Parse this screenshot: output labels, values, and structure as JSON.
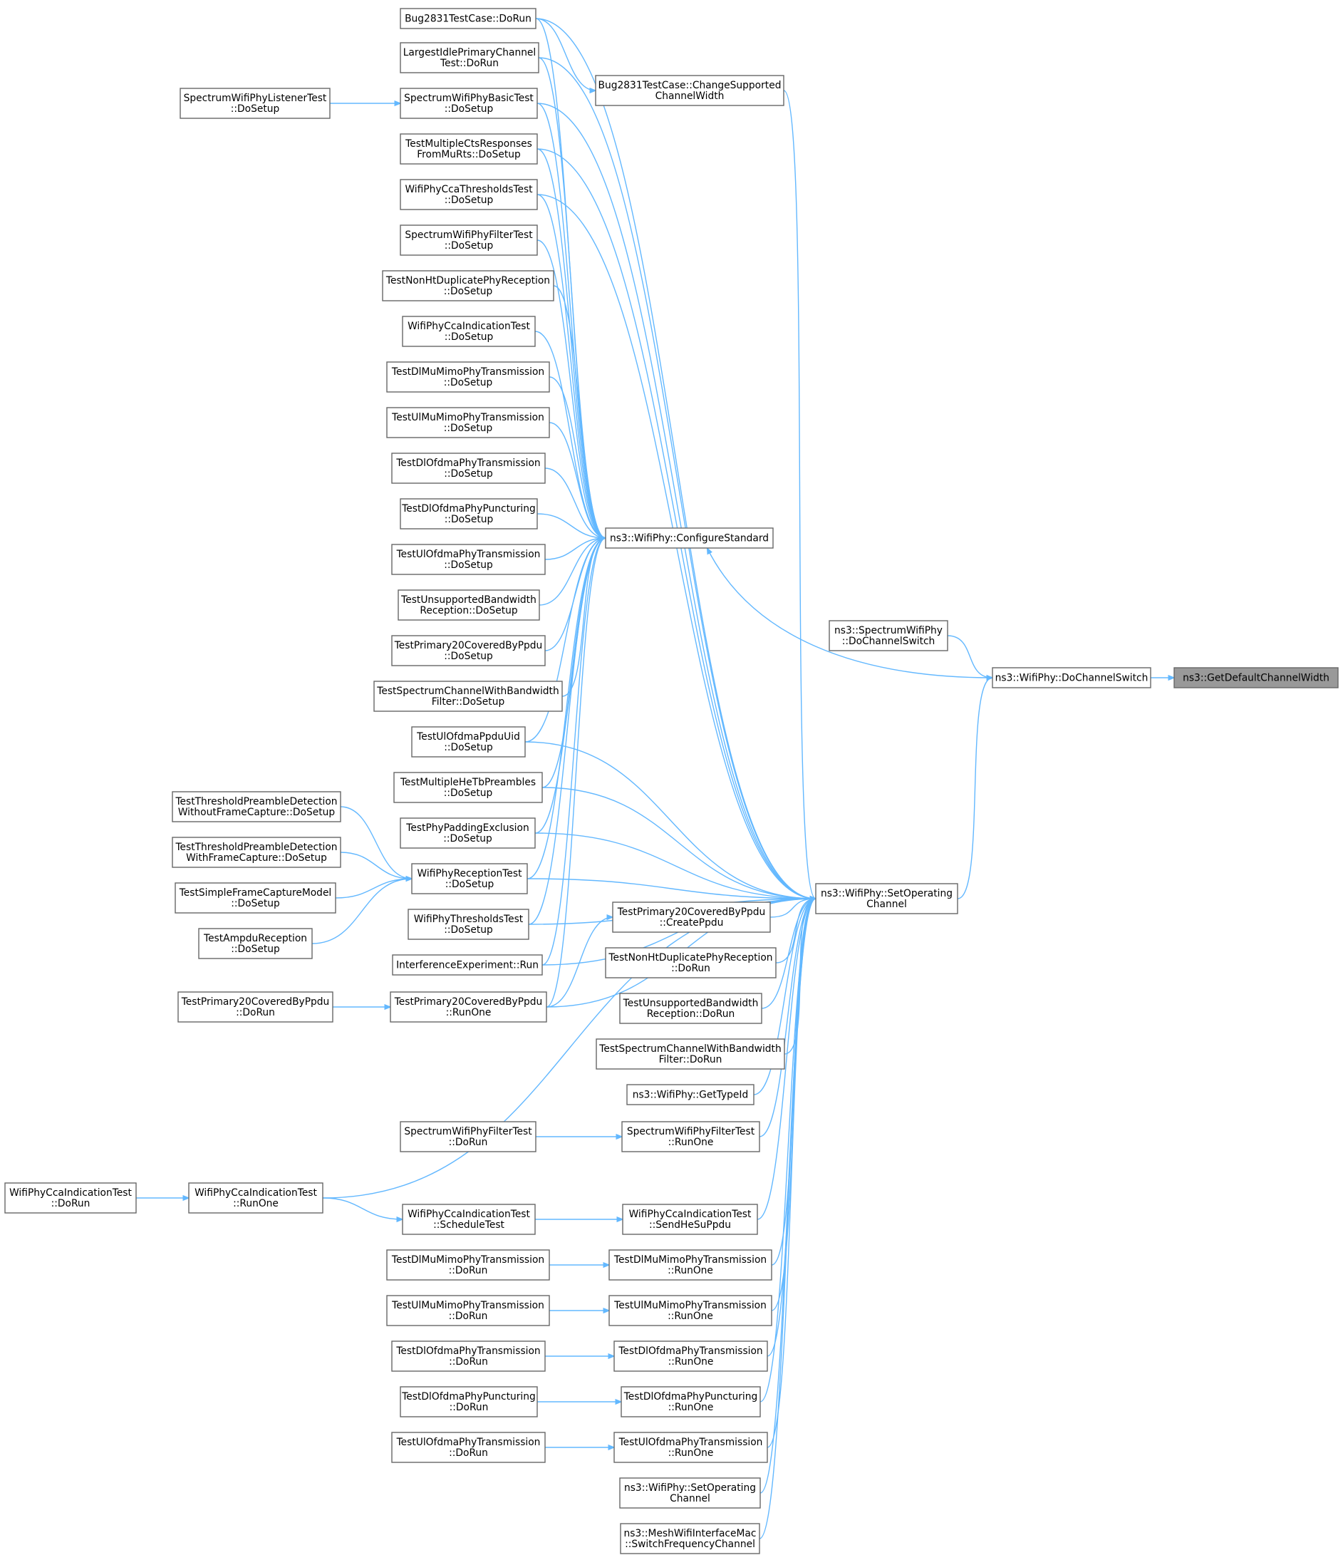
{
  "graph": {
    "kind": "caller-graph",
    "colors": {
      "edge": "#63b8ff",
      "node_border": "#666666",
      "root_fill": "#999999",
      "node_fill": "#ffffff"
    },
    "nodes": [
      {
        "id": "getdefault",
        "lines": [
          "ns3::GetDefaultChannelWidth"
        ],
        "root": true
      },
      {
        "id": "dochswitch",
        "lines": [
          "ns3::WifiPhy::DoChannelSwitch"
        ]
      },
      {
        "id": "spdochswitch",
        "lines": [
          "ns3::SpectrumWifiPhy",
          "::DoChannelSwitch"
        ]
      },
      {
        "id": "confstd",
        "lines": [
          "ns3::WifiPhy::ConfigureStandard"
        ]
      },
      {
        "id": "setop",
        "lines": [
          "ns3::WifiPhy::SetOperating",
          "Channel"
        ]
      },
      {
        "id": "bug_dorun",
        "lines": [
          "Bug2831TestCase::DoRun"
        ]
      },
      {
        "id": "bug_change",
        "lines": [
          "Bug2831TestCase::ChangeSupported",
          "ChannelWidth"
        ]
      },
      {
        "id": "lip_dorun",
        "lines": [
          "LargestIdlePrimaryChannel",
          "Test::DoRun"
        ]
      },
      {
        "id": "swpbasic",
        "lines": [
          "SpectrumWifiPhyBasicTest",
          "::DoSetup"
        ]
      },
      {
        "id": "swplistener",
        "lines": [
          "SpectrumWifiPhyListenerTest",
          "::DoSetup"
        ]
      },
      {
        "id": "tmcts",
        "lines": [
          "TestMultipleCtsResponses",
          "FromMuRts::DoSetup"
        ]
      },
      {
        "id": "wpcca_thr",
        "lines": [
          "WifiPhyCcaThresholdsTest",
          "::DoSetup"
        ]
      },
      {
        "id": "swpfilter_setup",
        "lines": [
          "SpectrumWifiPhyFilterTest",
          "::DoSetup"
        ]
      },
      {
        "id": "tnonht_setup",
        "lines": [
          "TestNonHtDuplicatePhyReception",
          "::DoSetup"
        ]
      },
      {
        "id": "wpcca_ind_setup",
        "lines": [
          "WifiPhyCcaIndicationTest",
          "::DoSetup"
        ]
      },
      {
        "id": "tdlmimo_setup",
        "lines": [
          "TestDlMuMimoPhyTransmission",
          "::DoSetup"
        ]
      },
      {
        "id": "tulmimo_setup",
        "lines": [
          "TestUlMuMimoPhyTransmission",
          "::DoSetup"
        ]
      },
      {
        "id": "tdlofdma_setup",
        "lines": [
          "TestDlOfdmaPhyTransmission",
          "::DoSetup"
        ]
      },
      {
        "id": "tdlpunct_setup",
        "lines": [
          "TestDlOfdmaPhyPuncturing",
          "::DoSetup"
        ]
      },
      {
        "id": "tulofdma_setup",
        "lines": [
          "TestUlOfdmaPhyTransmission",
          "::DoSetup"
        ]
      },
      {
        "id": "tunsup_setup",
        "lines": [
          "TestUnsupportedBandwidth",
          "Reception::DoSetup"
        ]
      },
      {
        "id": "tp20_setup",
        "lines": [
          "TestPrimary20CoveredByPpdu",
          "::DoSetup"
        ]
      },
      {
        "id": "tscbw_setup",
        "lines": [
          "TestSpectrumChannelWithBandwidth",
          "Filter::DoSetup"
        ]
      },
      {
        "id": "tulppdu_setup",
        "lines": [
          "TestUlOfdmaPpduUid",
          "::DoSetup"
        ]
      },
      {
        "id": "tmhetb_setup",
        "lines": [
          "TestMultipleHeTbPreambles",
          "::DoSetup"
        ]
      },
      {
        "id": "tpadding_setup",
        "lines": [
          "TestPhyPaddingExclusion",
          "::DoSetup"
        ]
      },
      {
        "id": "ttpd_wo",
        "lines": [
          "TestThresholdPreambleDetection",
          "WithoutFrameCapture::DoSetup"
        ]
      },
      {
        "id": "ttpd_w",
        "lines": [
          "TestThresholdPreambleDetection",
          "WithFrameCapture::DoSetup"
        ]
      },
      {
        "id": "tsfcm",
        "lines": [
          "TestSimpleFrameCaptureModel",
          "::DoSetup"
        ]
      },
      {
        "id": "tampdu",
        "lines": [
          "TestAmpduReception",
          "::DoSetup"
        ]
      },
      {
        "id": "wprecv_setup",
        "lines": [
          "WifiPhyReceptionTest",
          "::DoSetup"
        ]
      },
      {
        "id": "wpthr_setup",
        "lines": [
          "WifiPhyThresholdsTest",
          "::DoSetup"
        ]
      },
      {
        "id": "interf_run",
        "lines": [
          "InterferenceExperiment::Run"
        ]
      },
      {
        "id": "tp20_dorun",
        "lines": [
          "TestPrimary20CoveredByPpdu",
          "::DoRun"
        ]
      },
      {
        "id": "tp20_runone",
        "lines": [
          "TestPrimary20CoveredByPpdu",
          "::RunOne"
        ]
      },
      {
        "id": "tp20_createppdu",
        "lines": [
          "TestPrimary20CoveredByPpdu",
          "::CreatePpdu"
        ]
      },
      {
        "id": "tnonht_dorun",
        "lines": [
          "TestNonHtDuplicatePhyReception",
          "::DoRun"
        ]
      },
      {
        "id": "tunsup_dorun",
        "lines": [
          "TestUnsupportedBandwidth",
          "Reception::DoRun"
        ]
      },
      {
        "id": "tscbw_dorun",
        "lines": [
          "TestSpectrumChannelWithBandwidth",
          "Filter::DoRun"
        ]
      },
      {
        "id": "gettypeid",
        "lines": [
          "ns3::WifiPhy::GetTypeId"
        ]
      },
      {
        "id": "swpfilter_dorun",
        "lines": [
          "SpectrumWifiPhyFilterTest",
          "::DoRun"
        ]
      },
      {
        "id": "swpfilter_runone",
        "lines": [
          "SpectrumWifiPhyFilterTest",
          "::RunOne"
        ]
      },
      {
        "id": "wpcca_dorun",
        "lines": [
          "WifiPhyCcaIndicationTest",
          "::DoRun"
        ]
      },
      {
        "id": "wpcca_runone",
        "lines": [
          "WifiPhyCcaIndicationTest",
          "::RunOne"
        ]
      },
      {
        "id": "wpcca_sched",
        "lines": [
          "WifiPhyCcaIndicationTest",
          "::ScheduleTest"
        ]
      },
      {
        "id": "wpcca_sendhe",
        "lines": [
          "WifiPhyCcaIndicationTest",
          "::SendHeSuPpdu"
        ]
      },
      {
        "id": "tdlmimo_dorun",
        "lines": [
          "TestDlMuMimoPhyTransmission",
          "::DoRun"
        ]
      },
      {
        "id": "tdlmimo_runone",
        "lines": [
          "TestDlMuMimoPhyTransmission",
          "::RunOne"
        ]
      },
      {
        "id": "tulmimo_dorun",
        "lines": [
          "TestUlMuMimoPhyTransmission",
          "::DoRun"
        ]
      },
      {
        "id": "tulmimo_runone",
        "lines": [
          "TestUlMuMimoPhyTransmission",
          "::RunOne"
        ]
      },
      {
        "id": "tdlofdma_dorun",
        "lines": [
          "TestDlOfdmaPhyTransmission",
          "::DoRun"
        ]
      },
      {
        "id": "tdlofdma_runone",
        "lines": [
          "TestDlOfdmaPhyTransmission",
          "::RunOne"
        ]
      },
      {
        "id": "tdlpunct_dorun",
        "lines": [
          "TestDlOfdmaPhyPuncturing",
          "::DoRun"
        ]
      },
      {
        "id": "tdlpunct_runone",
        "lines": [
          "TestDlOfdmaPhyPuncturing",
          "::RunOne"
        ]
      },
      {
        "id": "tulofdma_dorun",
        "lines": [
          "TestUlOfdmaPhyTransmission",
          "::DoRun"
        ]
      },
      {
        "id": "tulofdma_runone",
        "lines": [
          "TestUlOfdmaPhyTransmission",
          "::RunOne"
        ]
      },
      {
        "id": "setop2",
        "lines": [
          "ns3::WifiPhy::SetOperating",
          "Channel"
        ]
      },
      {
        "id": "meshswitch",
        "lines": [
          "ns3::MeshWifiInterfaceMac",
          "::SwitchFrequencyChannel"
        ]
      }
    ],
    "edges": [
      [
        "dochswitch",
        "getdefault"
      ],
      [
        "spdochswitch",
        "dochswitch"
      ],
      [
        "setop",
        "dochswitch"
      ],
      [
        "dochswitch",
        "confstd"
      ],
      [
        "bug_dorun",
        "confstd"
      ],
      [
        "lip_dorun",
        "confstd"
      ],
      [
        "swpbasic",
        "confstd"
      ],
      [
        "tmcts",
        "confstd"
      ],
      [
        "wpcca_thr",
        "confstd"
      ],
      [
        "swpfilter_setup",
        "confstd"
      ],
      [
        "tnonht_setup",
        "confstd"
      ],
      [
        "wpcca_ind_setup",
        "confstd"
      ],
      [
        "tdlmimo_setup",
        "confstd"
      ],
      [
        "tulmimo_setup",
        "confstd"
      ],
      [
        "tdlofdma_setup",
        "confstd"
      ],
      [
        "tdlpunct_setup",
        "confstd"
      ],
      [
        "tulofdma_setup",
        "confstd"
      ],
      [
        "tunsup_setup",
        "confstd"
      ],
      [
        "tp20_setup",
        "confstd"
      ],
      [
        "tscbw_setup",
        "confstd"
      ],
      [
        "tulppdu_setup",
        "confstd"
      ],
      [
        "tmhetb_setup",
        "confstd"
      ],
      [
        "tpadding_setup",
        "confstd"
      ],
      [
        "wprecv_setup",
        "confstd"
      ],
      [
        "wpthr_setup",
        "confstd"
      ],
      [
        "interf_run",
        "confstd"
      ],
      [
        "tp20_runone",
        "confstd"
      ],
      [
        "bug_dorun",
        "bug_change"
      ],
      [
        "swplistener",
        "swpbasic"
      ],
      [
        "ttpd_wo",
        "wprecv_setup"
      ],
      [
        "ttpd_w",
        "wprecv_setup"
      ],
      [
        "tsfcm",
        "wprecv_setup"
      ],
      [
        "tampdu",
        "wprecv_setup"
      ],
      [
        "tp20_dorun",
        "tp20_runone"
      ],
      [
        "tp20_runone",
        "tp20_createppdu"
      ],
      [
        "swpfilter_dorun",
        "swpfilter_runone"
      ],
      [
        "wpcca_dorun",
        "wpcca_runone"
      ],
      [
        "wpcca_runone",
        "wpcca_sched"
      ],
      [
        "wpcca_sched",
        "wpcca_sendhe"
      ],
      [
        "tdlmimo_dorun",
        "tdlmimo_runone"
      ],
      [
        "tulmimo_dorun",
        "tulmimo_runone"
      ],
      [
        "tdlofdma_dorun",
        "tdlofdma_runone"
      ],
      [
        "tdlpunct_dorun",
        "tdlpunct_runone"
      ],
      [
        "tulofdma_dorun",
        "tulofdma_runone"
      ],
      [
        "bug_dorun",
        "setop"
      ],
      [
        "bug_change",
        "setop"
      ],
      [
        "lip_dorun",
        "setop"
      ],
      [
        "swpbasic",
        "setop"
      ],
      [
        "tmcts",
        "setop"
      ],
      [
        "wpcca_thr",
        "setop"
      ],
      [
        "tulppdu_setup",
        "setop"
      ],
      [
        "tmhetb_setup",
        "setop"
      ],
      [
        "tpadding_setup",
        "setop"
      ],
      [
        "wprecv_setup",
        "setop"
      ],
      [
        "wpthr_setup",
        "setop"
      ],
      [
        "interf_run",
        "setop"
      ],
      [
        "tp20_runone",
        "setop"
      ],
      [
        "tp20_createppdu",
        "setop"
      ],
      [
        "tnonht_dorun",
        "setop"
      ],
      [
        "tunsup_dorun",
        "setop"
      ],
      [
        "tscbw_dorun",
        "setop"
      ],
      [
        "gettypeid",
        "setop"
      ],
      [
        "swpfilter_runone",
        "setop"
      ],
      [
        "wpcca_runone",
        "setop"
      ],
      [
        "wpcca_sendhe",
        "setop"
      ],
      [
        "tdlmimo_runone",
        "setop"
      ],
      [
        "tulmimo_runone",
        "setop"
      ],
      [
        "tdlofdma_runone",
        "setop"
      ],
      [
        "tdlpunct_runone",
        "setop"
      ],
      [
        "tulofdma_runone",
        "setop"
      ],
      [
        "setop2",
        "setop"
      ],
      [
        "meshswitch",
        "setop"
      ]
    ]
  }
}
